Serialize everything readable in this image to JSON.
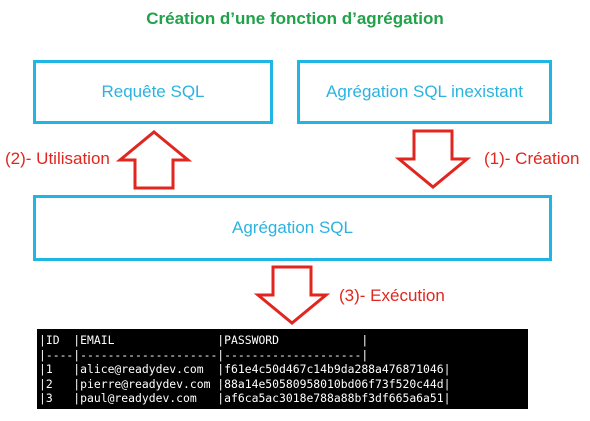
{
  "title": "Création d’une fonction d’agrégation",
  "boxes": {
    "requete": "Requête SQL",
    "agregation_inexistant": "Agrégation SQL inexistant",
    "agregation": "Agrégation SQL"
  },
  "labels": {
    "utilisation": "(2)- Utilisation",
    "creation": "(1)- Création",
    "execution": "(3)- Exécution"
  },
  "colors": {
    "title": "#21a24a",
    "box_border": "#1fb6e6",
    "box_text": "#2bb3e0",
    "label": "#e0261f",
    "arrow_stroke": "#e0261f"
  },
  "icons": {
    "up_arrow": "hollow-up-arrow",
    "down_arrow": "hollow-down-arrow"
  },
  "result_table": {
    "header": "|ID  |EMAIL               |PASSWORD            |",
    "divider": "|----|--------------------|--------------------|",
    "rows": [
      "|1   |alice@readydev.com  |f61e4c50d467c14b9da288a476871046|",
      "|2   |pierre@readydev.com |88a14e50580958010bd06f73f520c44d|",
      "|3   |paul@readydev.com   |af6ca5ac3018e788a88bf3df665a6a51|"
    ]
  }
}
